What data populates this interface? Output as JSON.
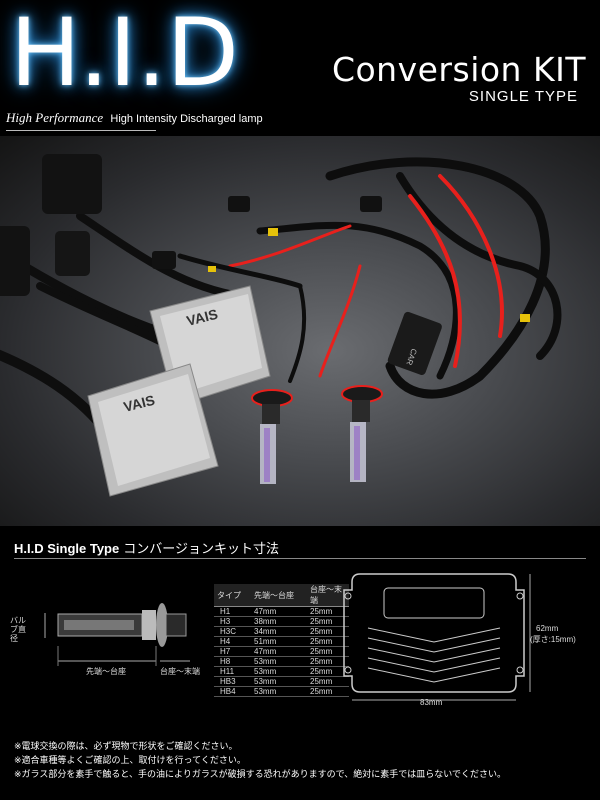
{
  "header": {
    "logo": "H.I.D",
    "title": "Conversion KIT",
    "subtitle": "SINGLE TYPE",
    "tagline_script": "High Performance",
    "tagline": "High Intensity Discharged lamp"
  },
  "photo": {
    "ballast_brand": "VAIS",
    "relay_label": "CAR"
  },
  "spec": {
    "title": "H.I.D Single Type",
    "title_jp": "コンバージョンキット寸法",
    "bulb_label": "バルブ直径",
    "tip_to_base_label": "先端～台座",
    "base_to_end_label": "台座～末端",
    "table_headers": [
      "タイプ",
      "先端～台座",
      "台座～末端"
    ],
    "table_rows": [
      [
        "H1",
        "47mm",
        "25mm"
      ],
      [
        "H3",
        "38mm",
        "25mm"
      ],
      [
        "H3C",
        "34mm",
        "25mm"
      ],
      [
        "H4",
        "51mm",
        "25mm"
      ],
      [
        "H7",
        "47mm",
        "25mm"
      ],
      [
        "H8",
        "53mm",
        "25mm"
      ],
      [
        "H11",
        "53mm",
        "25mm"
      ],
      [
        "HB3",
        "53mm",
        "25mm"
      ],
      [
        "HB4",
        "53mm",
        "25mm"
      ]
    ],
    "ballast_height": "62mm",
    "ballast_thickness": "(厚さ:15mm)",
    "ballast_width": "83mm"
  },
  "notes": [
    "※電球交換の際は、必ず現物で形状をご確認ください。",
    "※適合車種等よくご確認の上、取付けを行ってください。",
    "※ガラス部分を素手で触ると、手の油によりガラスが破損する恐れがありますので、絶対に素手では皿らないでください。"
  ]
}
